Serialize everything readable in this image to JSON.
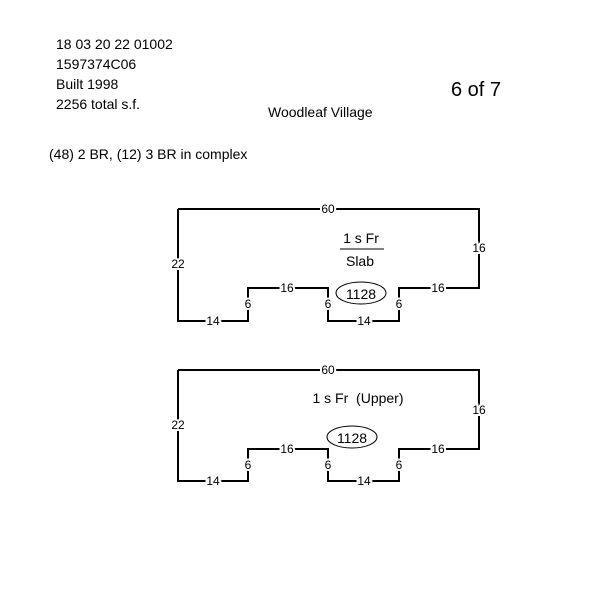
{
  "header": {
    "parcel_id": "18 03 20 22 01002",
    "account": "1597374C06",
    "built": "Built 1998",
    "total_sf": "2256 total s.f.",
    "subdivision": "Woodleaf Village",
    "page_indicator": "6 of 7",
    "complex_note": "(48) 2 BR, (12) 3 BR in complex"
  },
  "sketches": [
    {
      "label_top": "1 s Fr",
      "label_bottom": "Slab",
      "area": "1128",
      "dims": {
        "top": "60",
        "left": "22",
        "right": "16",
        "step_right": "16",
        "step_left": "16",
        "jog1": "6",
        "jog2": "6",
        "jog3": "6",
        "bottom_left": "14",
        "bottom_mid": "14"
      }
    },
    {
      "label": "1 s Fr  (Upper)",
      "area": "1128",
      "dims": {
        "top": "60",
        "left": "22",
        "right": "16",
        "step_right": "16",
        "step_left": "16",
        "jog1": "6",
        "jog2": "6",
        "jog3": "6",
        "bottom_left": "14",
        "bottom_mid": "14"
      }
    }
  ]
}
